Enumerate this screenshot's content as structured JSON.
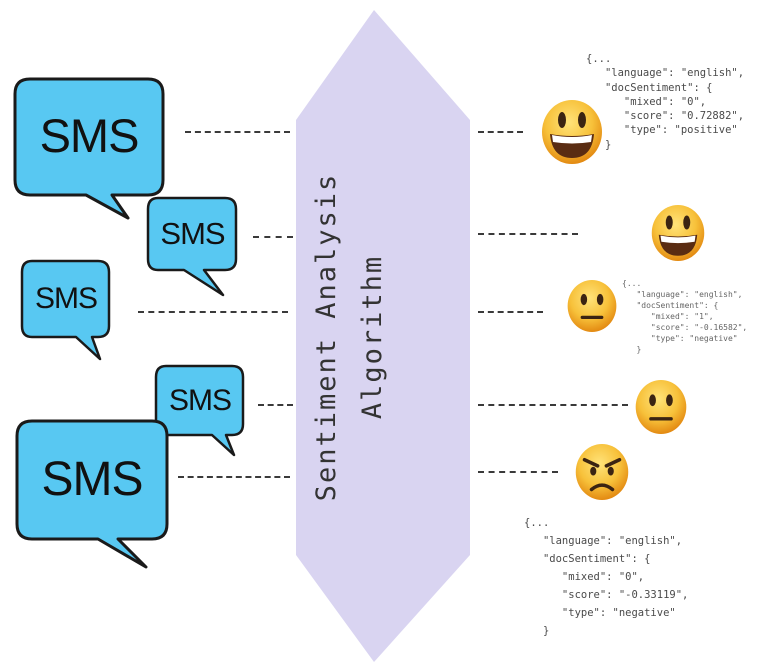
{
  "colors": {
    "bubble_fill": "#58C8F2",
    "bubble_stroke": "#1a1a1a",
    "algorithm_fill": "#D9D4F1",
    "emoji_face": "#F7C13A",
    "dash": "#3a3a3a"
  },
  "sms_messages": [
    {
      "label": "SMS",
      "icon": "speech-bubble"
    },
    {
      "label": "SMS",
      "icon": "speech-bubble"
    },
    {
      "label": "SMS",
      "icon": "speech-bubble"
    },
    {
      "label": "SMS",
      "icon": "speech-bubble"
    },
    {
      "label": "SMS",
      "icon": "speech-bubble"
    }
  ],
  "algorithm": {
    "line1": "Sentiment Analysis",
    "line2": "Algorithm"
  },
  "results": [
    {
      "icon": "grinning-face-icon",
      "sentiment": "positive"
    },
    {
      "icon": "grinning-face-icon",
      "sentiment": "positive"
    },
    {
      "icon": "neutral-face-icon",
      "sentiment": "neutral"
    },
    {
      "icon": "neutral-face-icon",
      "sentiment": "neutral"
    },
    {
      "icon": "angry-face-icon",
      "sentiment": "negative"
    }
  ],
  "json_outputs": [
    {
      "lines": [
        "{...",
        "   \"language\": \"english\",",
        "   \"docSentiment\": {",
        "      \"mixed\": \"0\",",
        "      \"score\": \"0.72882\",",
        "      \"type\": \"positive\"",
        "   }"
      ]
    },
    {
      "lines": [
        "{...",
        "   \"language\": \"english\",",
        "   \"docSentiment\": {",
        "      \"mixed\": \"1\",",
        "      \"score\": \"-0.16582\",",
        "      \"type\": \"negative\"",
        "   }"
      ]
    },
    {
      "lines": [
        "{...",
        "   \"language\": \"english\",",
        "   \"docSentiment\": {",
        "      \"mixed\": \"0\",",
        "      \"score\": \"-0.33119\",",
        "      \"type\": \"negative\"",
        "   }"
      ]
    }
  ]
}
